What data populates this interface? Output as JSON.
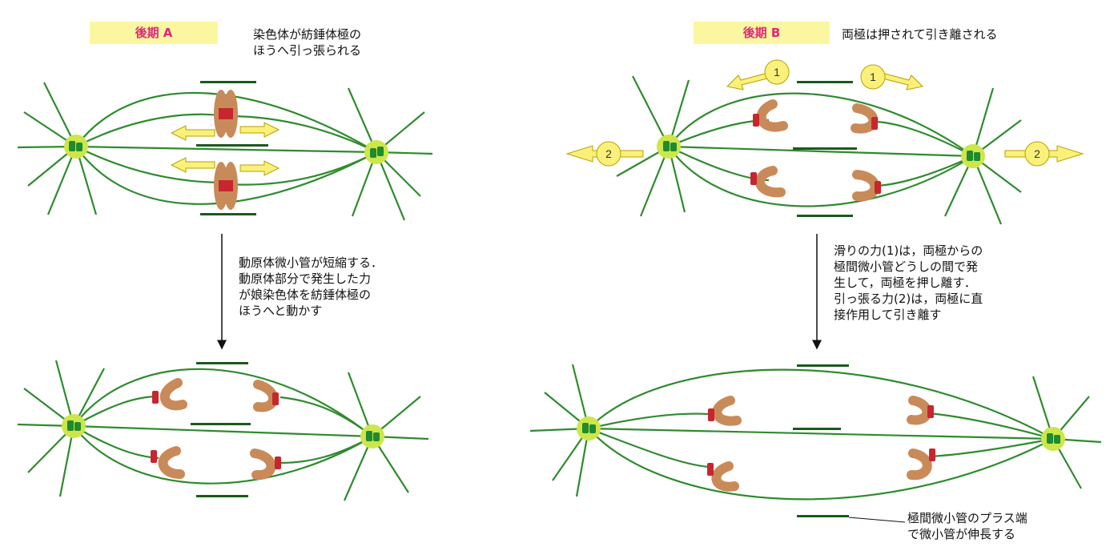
{
  "panel_a": {
    "label": "後期 A",
    "title": "染色体が紡錘体極の\nほうへ引っ張られる",
    "step_text": "動原体微小管が短縮する．\n動原体部分で発生した力\nが娘染色体を紡錘体極の\nほうへと動かす"
  },
  "panel_b": {
    "label": "後期 B",
    "title": "両極は押されて引き離される",
    "step_text": "滑りの力(1)は，両極からの\n極間微小管どうしの間で発\n生して，両極を押し離す．\n引っ張る力(2)は，両極に直\n接作用して引き離す",
    "arrow_label_1": "1",
    "arrow_label_2": "2",
    "note": "極間微小管のプラス端\nで微小管が伸長する"
  },
  "colors": {
    "microtubule": "#2e8b2e",
    "pole": "#cde64a",
    "chromosome": "#c98a5a",
    "kinetochore": "#c8262e",
    "arrow": "#fbf07a",
    "label_bg": "#fbf7a0",
    "label_text": "#e0267a"
  }
}
